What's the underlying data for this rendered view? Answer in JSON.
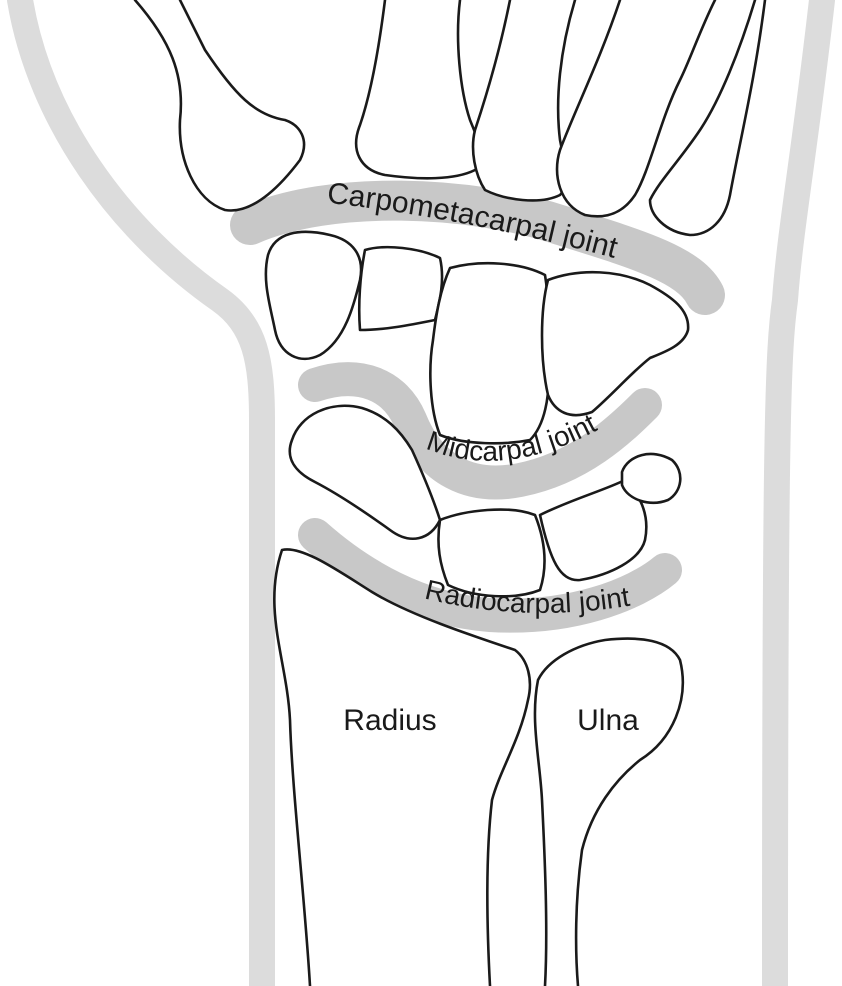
{
  "labels": {
    "carpometacarpal": "Carpometacarpal joint",
    "midcarpal": "Midcarpal joint",
    "radiocarpal": "Radiocarpal joint",
    "radius": "Radius",
    "ulna": "Ulna"
  },
  "colors": {
    "joint_band": "#c8c8c8",
    "arm_shadow": "#dcdcdc",
    "outline": "#1a1a1a",
    "background": "#ffffff"
  }
}
